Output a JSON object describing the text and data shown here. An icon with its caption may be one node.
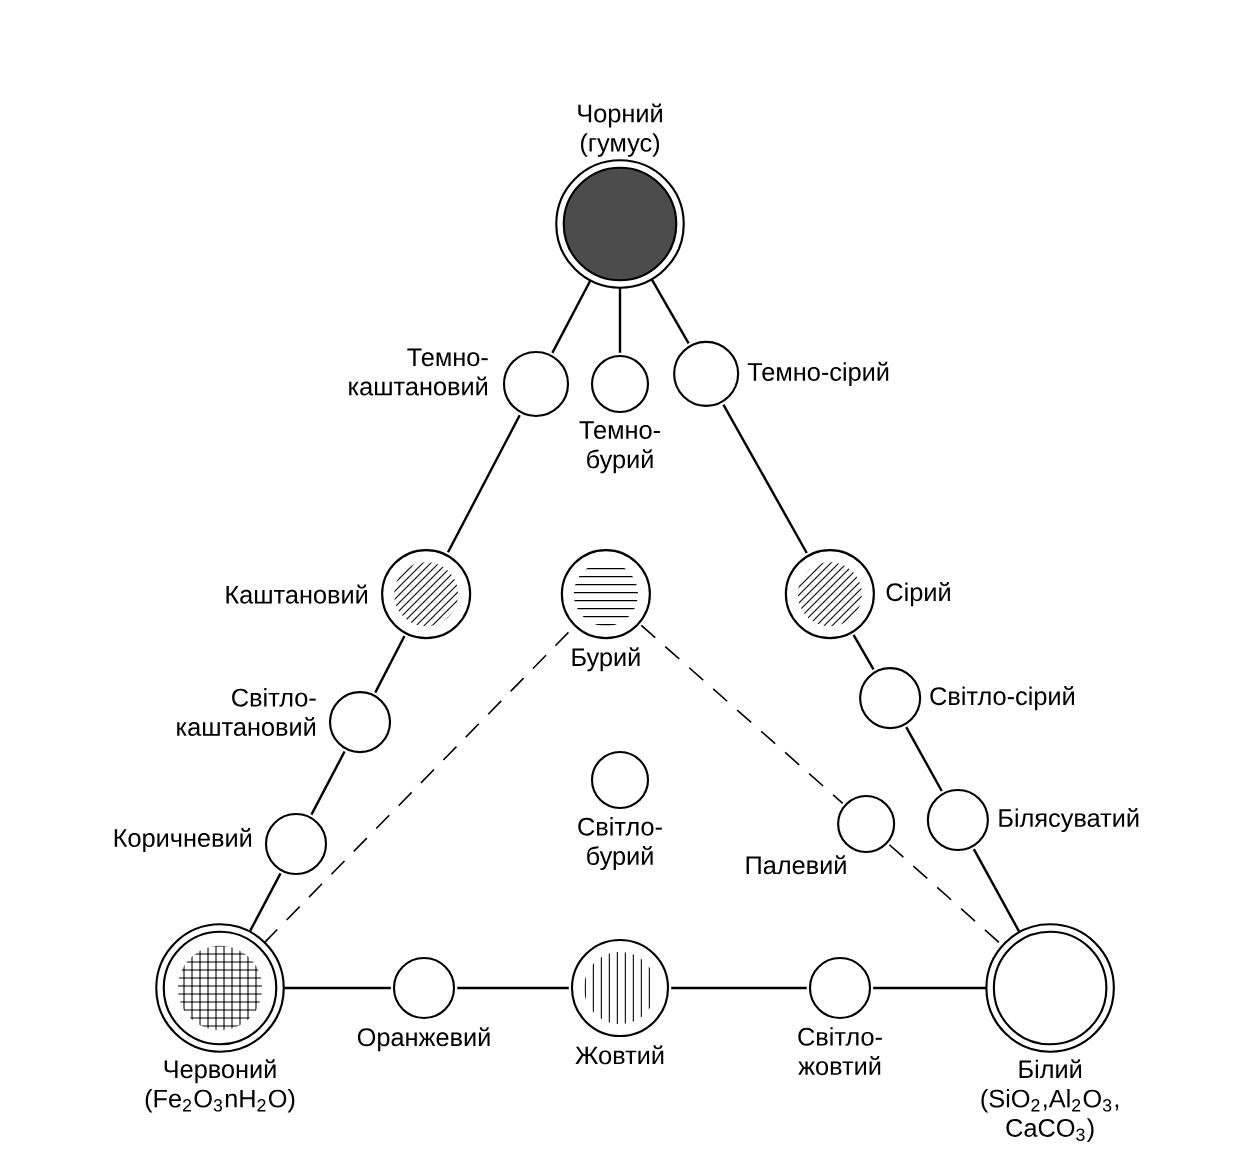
{
  "diagram": {
    "nodes": [
      {
        "text": [
          "Чорний (гумус)"
        ]
      },
      {
        "text": [
          "Темно- каштановий"
        ]
      },
      {
        "text": [
          "Темно- бурий"
        ]
      },
      {
        "text": [
          "Темно-сірий"
        ]
      },
      {
        "text": [
          "Каштановий"
        ]
      },
      {
        "text": [
          "Бурий"
        ]
      },
      {
        "text": [
          "Сірий"
        ]
      },
      {
        "text": [
          "Світло- каштановий"
        ]
      },
      {
        "text": [
          "Світло-сірий"
        ]
      },
      {
        "text": [
          "Світло- бурий"
        ]
      },
      {
        "text": [
          "Коричневий"
        ]
      },
      {
        "text": [
          "Палевий"
        ]
      },
      {
        "text": [
          "Білясуватий"
        ]
      },
      {
        "text": [
          "Червоний (Fe$_{2}$O$_{3}$nH$_{2}$O)"
        ]
      },
      {
        "text": [
          "Оранжевий"
        ]
      },
      {
        "text": [
          "Жовтий"
        ]
      },
      {
        "text": [
          "Світло- жовтий"
        ]
      },
      {
        "text": [
          "Білий (SiO$_{2}$,Al$_{2}$O$_{3}$, CaCO$_{3}$)"
        ]
      }
    ],
    "edges": [
      {
        "from": 0,
        "to": 1,
        "arrow": "none"
      },
      {
        "from": 1,
        "to": 4,
        "arrow": "none"
      },
      {
        "from": 4,
        "to": 7,
        "arrow": "none"
      },
      {
        "from": 7,
        "to": 10,
        "arrow": "none"
      },
      {
        "from": 10,
        "to": 13,
        "arrow": "none"
      },
      {
        "from": 0,
        "to": 2,
        "arrow": "none"
      },
      {
        "from": 0,
        "to": 3,
        "arrow": "none"
      },
      {
        "from": 3,
        "to": 6,
        "arrow": "none"
      },
      {
        "from": 6,
        "to": 8,
        "arrow": "none"
      },
      {
        "from": 8,
        "to": 12,
        "arrow": "none"
      },
      {
        "from": 12,
        "to": 17,
        "arrow": "none"
      },
      {
        "from": 13,
        "to": 14,
        "arrow": "none"
      },
      {
        "from": 14,
        "to": 15,
        "arrow": "none"
      },
      {
        "from": 15,
        "to": 16,
        "arrow": "none"
      },
      {
        "from": 16,
        "to": 17,
        "arrow": "none"
      },
      {
        "from": 13,
        "to": 5,
        "arrow": "none",
        "style": "dashed"
      },
      {
        "from": 5,
        "to": 11,
        "arrow": "none",
        "style": "dashed"
      },
      {
        "from": 11,
        "to": 17,
        "arrow": "none",
        "style": "dashed"
      }
    ]
  }
}
